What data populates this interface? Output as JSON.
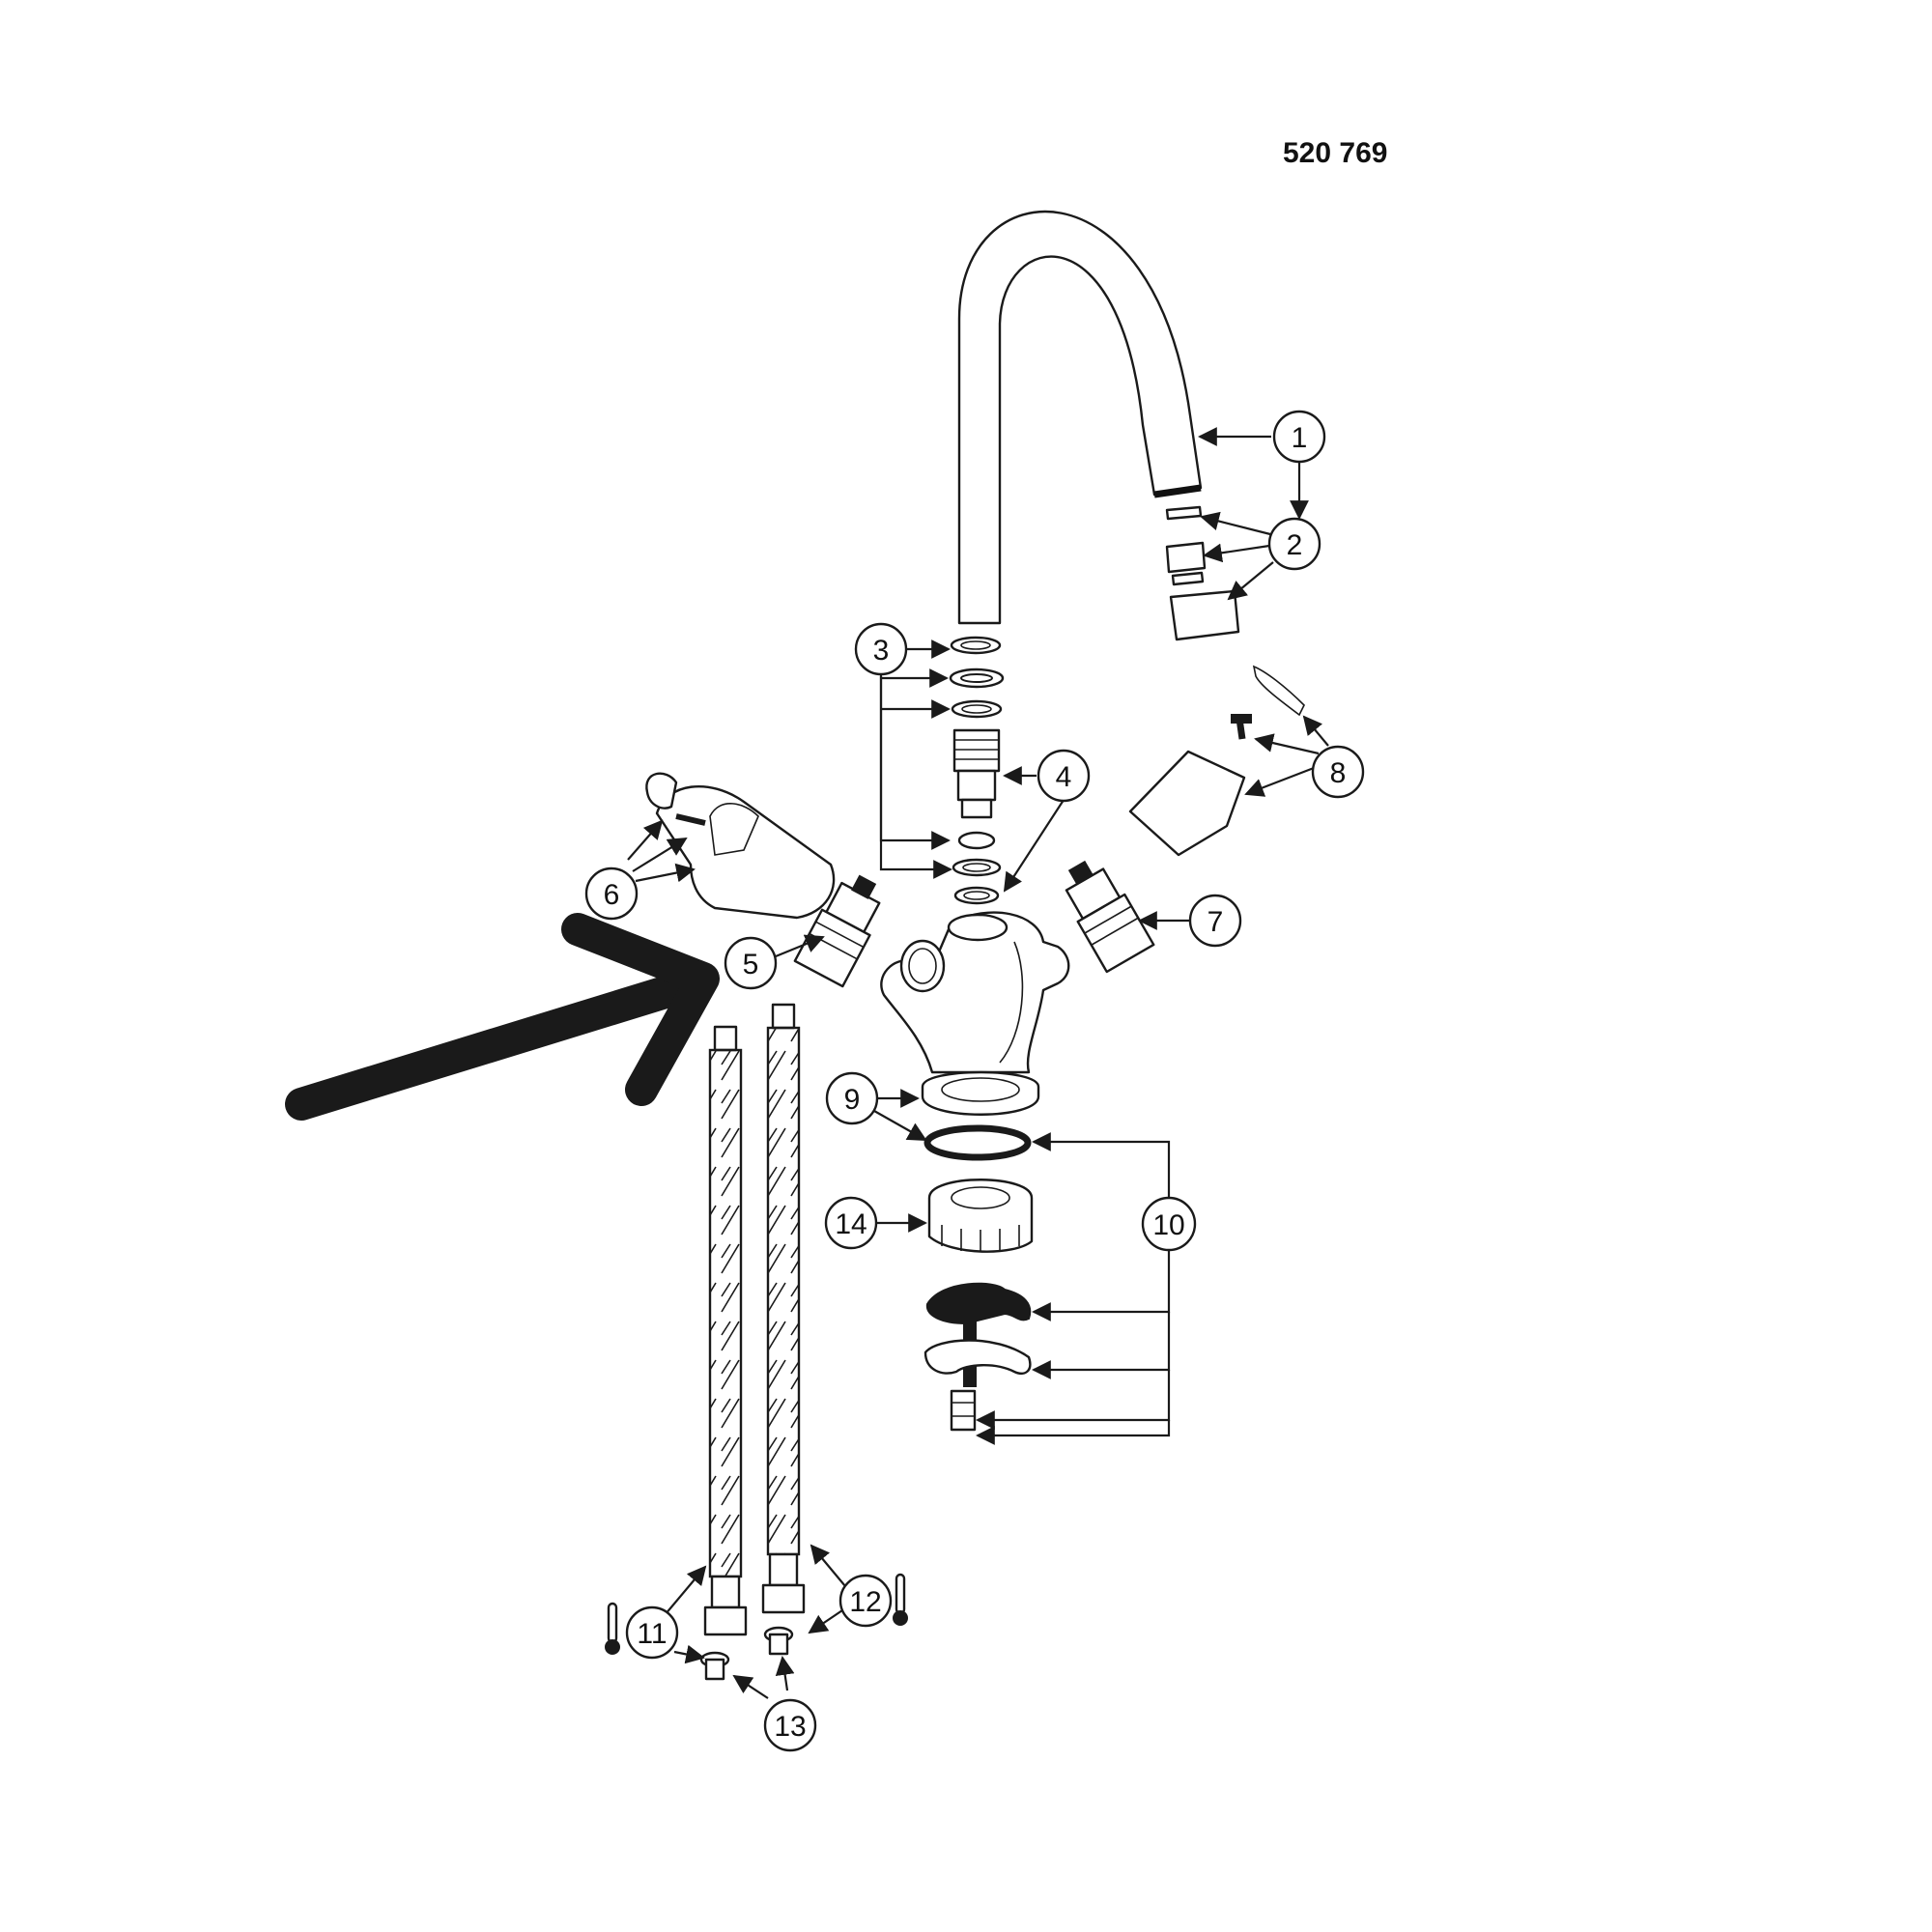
{
  "document_number": "520 769",
  "callouts": [
    {
      "id": "1",
      "label": "1"
    },
    {
      "id": "2",
      "label": "2"
    },
    {
      "id": "3",
      "label": "3"
    },
    {
      "id": "4",
      "label": "4"
    },
    {
      "id": "5",
      "label": "5"
    },
    {
      "id": "6",
      "label": "6"
    },
    {
      "id": "7",
      "label": "7"
    },
    {
      "id": "8",
      "label": "8"
    },
    {
      "id": "9",
      "label": "9"
    },
    {
      "id": "10",
      "label": "10"
    },
    {
      "id": "11",
      "label": "11"
    },
    {
      "id": "12",
      "label": "12"
    },
    {
      "id": "13",
      "label": "13"
    },
    {
      "id": "14",
      "label": "14"
    }
  ],
  "highlight": {
    "target_callout": "5",
    "color": "#1a1a1a"
  }
}
